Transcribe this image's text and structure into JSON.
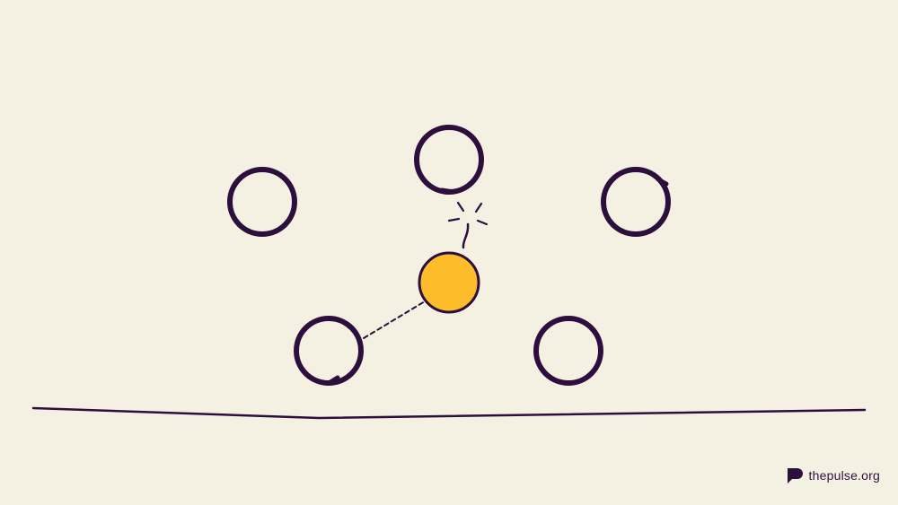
{
  "diagram": {
    "colors": {
      "background": "#f4f1e3",
      "ink": "#2d0f3d",
      "highlight": "#fdbc2a"
    },
    "nodes": [
      {
        "name": "circle-top",
        "style": "outline"
      },
      {
        "name": "circle-upper-left",
        "style": "outline"
      },
      {
        "name": "circle-upper-right",
        "style": "outline"
      },
      {
        "name": "circle-lower-left",
        "style": "outline"
      },
      {
        "name": "circle-lower-right",
        "style": "outline"
      },
      {
        "name": "circle-center",
        "style": "filled"
      }
    ]
  },
  "brand": {
    "logo_icon": "speech-bubble-p-icon",
    "name": "thepulse.org"
  }
}
